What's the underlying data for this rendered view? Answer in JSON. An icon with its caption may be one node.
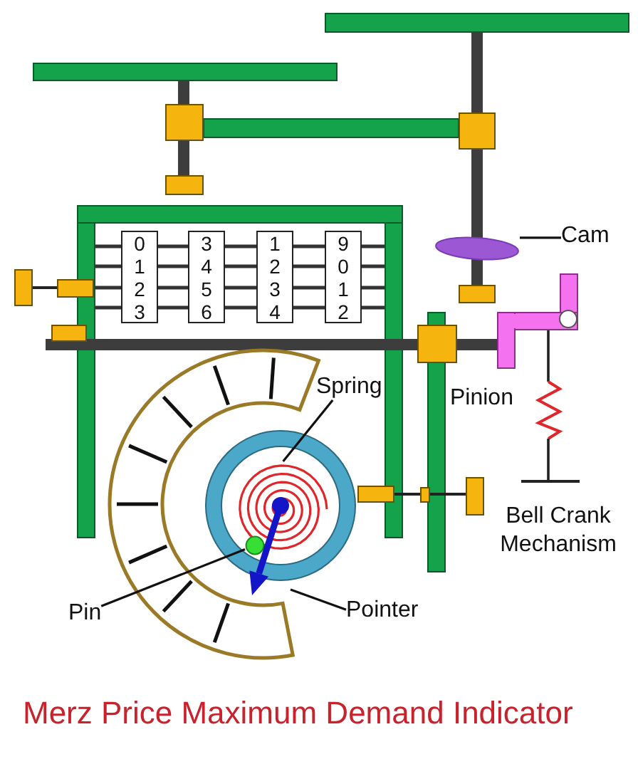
{
  "diagram": {
    "title": "Merz Price Maximum Demand Indicator",
    "nodes": [
      {
        "text": [
          "0 1 2 3"
        ]
      },
      {
        "text": [
          "3 4 5 6"
        ]
      },
      {
        "text": [
          "1 2 3 4"
        ]
      },
      {
        "text": [
          "9 0 1 2"
        ]
      },
      {
        "text": [
          "Cam"
        ]
      },
      {
        "text": [],
        "shape": "ellipse"
      },
      {
        "text": [
          "Spring"
        ]
      },
      {
        "text": [],
        "shape": "spiral"
      },
      {
        "text": [
          "Pin"
        ]
      },
      {
        "text": [],
        "shape": "circle"
      },
      {
        "text": [
          "Pointer"
        ]
      },
      {
        "text": [],
        "shape": "arrow"
      }
    ],
    "edges": [
      {
        "from": 4,
        "to": 5,
        "arrow": "none"
      },
      {
        "from": 6,
        "to": 7,
        "arrow": "none"
      },
      {
        "from": 8,
        "to": 9,
        "arrow": "none"
      },
      {
        "from": 10,
        "to": 11,
        "arrow": "none"
      }
    ],
    "labels": [
      "Pinion",
      "Bell Crank Mechanism"
    ]
  }
}
